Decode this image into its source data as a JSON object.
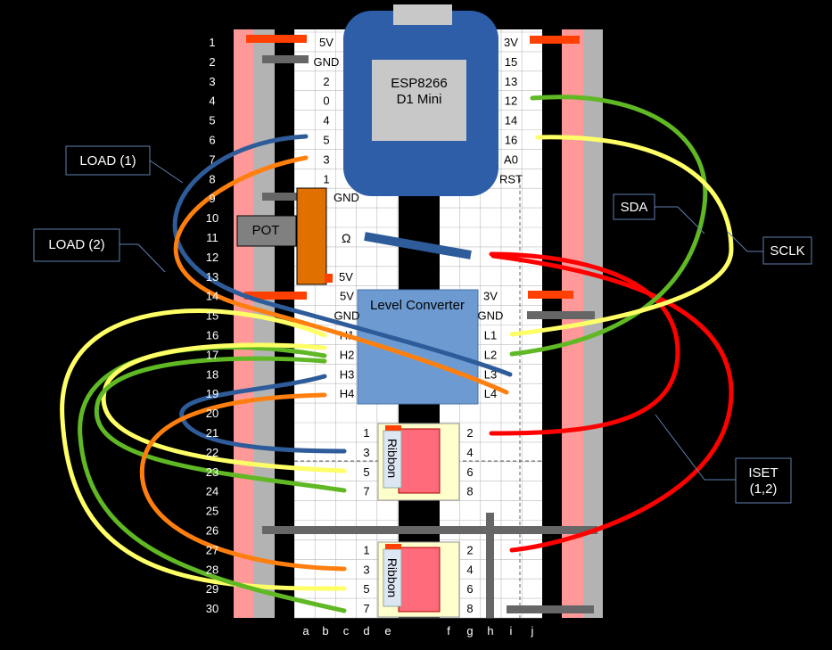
{
  "rows": [
    "1",
    "2",
    "3",
    "4",
    "5",
    "6",
    "7",
    "8",
    "9",
    "10",
    "11",
    "12",
    "13",
    "14",
    "15",
    "16",
    "17",
    "18",
    "19",
    "20",
    "21",
    "22",
    "23",
    "24",
    "25",
    "26",
    "27",
    "28",
    "29",
    "30"
  ],
  "columns": [
    "a",
    "b",
    "c",
    "d",
    "e",
    "f",
    "g",
    "h",
    "i",
    "j"
  ],
  "board": {
    "title": "ESP8266",
    "subtitle": "D1 Mini",
    "left_pins": [
      "5V",
      "GND",
      "2",
      "0",
      "4",
      "5",
      "3",
      "1"
    ],
    "right_pins": [
      "3V",
      "15",
      "13",
      "12",
      "14",
      "16",
      "A0",
      "RST"
    ]
  },
  "pot": {
    "label": "POT",
    "gnd": "GND",
    "wiper": "Ω",
    "vcc": "5V"
  },
  "level_converter": {
    "title": "Level Converter",
    "left_pins": [
      "5V",
      "GND",
      "H1",
      "H2",
      "H3",
      "H4"
    ],
    "right_pins": [
      "3V",
      "GND",
      "L1",
      "L2",
      "L3",
      "L4"
    ]
  },
  "ribbon_top": {
    "label": "Ribbon",
    "left_numbers": [
      "1",
      "3",
      "5",
      "7"
    ],
    "right_numbers": [
      "2",
      "4",
      "6",
      "8"
    ]
  },
  "ribbon_bottom": {
    "label": "Ribbon",
    "left_numbers": [
      "1",
      "3",
      "5",
      "7"
    ],
    "right_numbers": [
      "2",
      "4",
      "6",
      "8"
    ]
  },
  "callouts": {
    "load1": "LOAD (1)",
    "load2": "LOAD (2)",
    "sda": "SDA",
    "sclk": "SCLK",
    "iset_line1": "ISET",
    "iset_line2": "(1,2)"
  },
  "colors": {
    "background": "#000000",
    "rail_red": "#ff9999",
    "rail_gray": "#b3b3b3",
    "power_strap": "#ff4000",
    "gnd_strap": "#666666",
    "board_blue": "#2e5ea8",
    "converter_blue": "#6d9bd1",
    "pot_orange": "#e07000",
    "ribbon_pink": "#ff6b7a",
    "wire_blue": "#2e5c9a",
    "wire_orange": "#ff7f0e",
    "wire_yellow": "#ffff66",
    "wire_green": "#5fb824",
    "wire_red": "#ff0000"
  }
}
